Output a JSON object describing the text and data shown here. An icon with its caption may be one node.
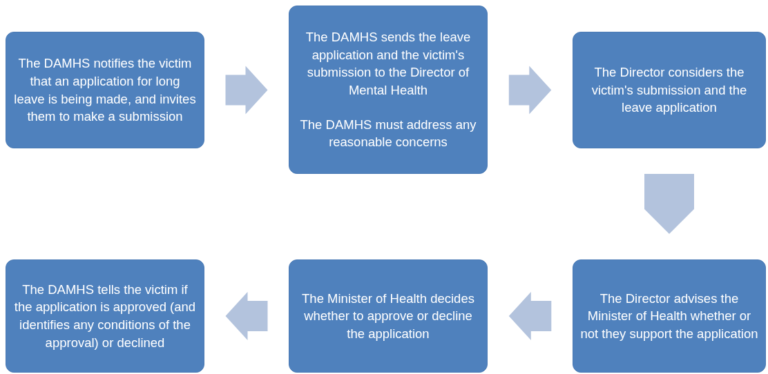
{
  "diagram": {
    "nodes": [
      {
        "text": [
          "The DAMHS notifies the victim that an application for long leave is being made, and invites them to make a submission"
        ]
      },
      {
        "text": [
          "The DAMHS sends the leave application and the victim's submission to the Director of Mental Health",
          "The DAMHS must address any reasonable concerns"
        ]
      },
      {
        "text": [
          "The Director considers the victim's submission and the leave application"
        ]
      },
      {
        "text": [
          "The Director advises the Minister of Health whether or not they support the application"
        ]
      },
      {
        "text": [
          "The Minister of Health decides whether to approve or decline the application"
        ]
      },
      {
        "text": [
          "The DAMHS tells the victim if the application is approved (and identifies any conditions of the approval) or declined"
        ]
      }
    ],
    "edges": [
      {
        "from": 0,
        "to": 1,
        "arrow": "to"
      },
      {
        "from": 1,
        "to": 2,
        "arrow": "to"
      },
      {
        "from": 2,
        "to": 3,
        "arrow": "to"
      },
      {
        "from": 3,
        "to": 4,
        "arrow": "to"
      },
      {
        "from": 4,
        "to": 5,
        "arrow": "to"
      }
    ]
  }
}
